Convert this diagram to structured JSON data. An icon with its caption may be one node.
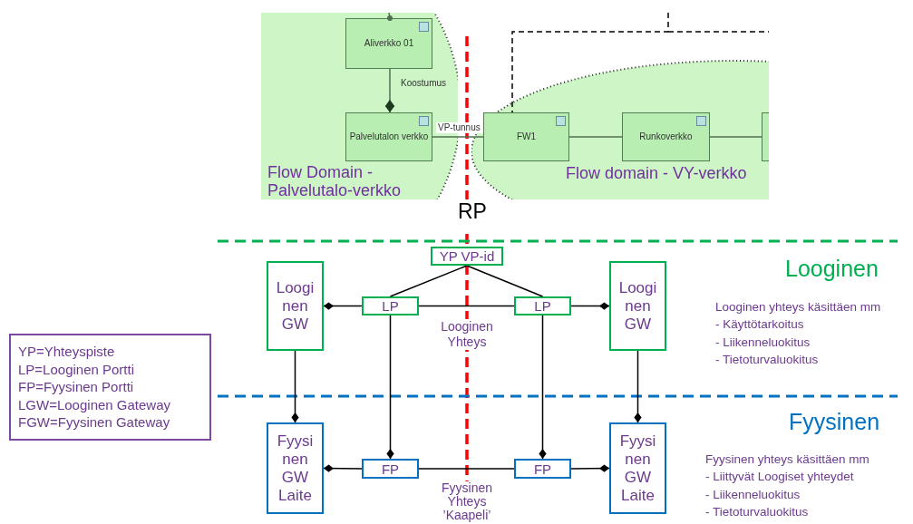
{
  "diagram": {
    "nodes": [
      {
        "text": [
          "Flow Domain - Palvelutalo-verkko"
        ]
      },
      {
        "text": [
          "Aliverkko 01"
        ],
        "in": 0
      },
      {
        "text": [
          "Palvelutalon verkko"
        ],
        "in": 0
      },
      {
        "text": [
          "Flow domain - VY-verkko"
        ]
      },
      {
        "text": [
          "FW1"
        ],
        "in": 3
      },
      {
        "text": [
          "Runkoverkko"
        ],
        "in": 3
      },
      {
        "text": [],
        "shape": "box",
        "in": 3
      },
      {
        "text": [
          "YP VP-id"
        ]
      },
      {
        "text": [
          "Loogi nen GW"
        ]
      },
      {
        "text": [
          "LP"
        ]
      },
      {
        "text": [
          "LP"
        ]
      },
      {
        "text": [
          "Loogi nen GW"
        ]
      },
      {
        "text": [
          "Fyysi nen GW Laite"
        ]
      },
      {
        "text": [
          "FP"
        ]
      },
      {
        "text": [
          "FP"
        ]
      },
      {
        "text": [
          "Fyysi nen GW Laite"
        ]
      },
      {
        "text": [
          "YP=Yhteyspiste",
          "LP=Looginen Portti",
          "FP=Fyysinen Portti",
          "LGW=Looginen Gateway",
          "FGW=Fyysinen Gateway"
        ]
      }
    ],
    "edges": [
      {
        "from": null,
        "to": 1,
        "arrow": "other",
        "color": "#4f6f4f"
      },
      {
        "from": 1,
        "to": 2,
        "label": "Koostumus",
        "arrow": "other",
        "color": "#4f6f4f"
      },
      {
        "from": 2,
        "to": 4,
        "label": "VP-tunnus",
        "arrow": "none",
        "color": "#4f6f4f"
      },
      {
        "from": 4,
        "to": 5,
        "arrow": "none",
        "color": "#4f6f4f"
      },
      {
        "from": 5,
        "to": 6,
        "arrow": "none",
        "color": "#4f6f4f"
      },
      {
        "from": null,
        "to": 4,
        "arrow": "none",
        "style": "dashed"
      },
      {
        "from": 7,
        "to": 9,
        "arrow": "none"
      },
      {
        "from": 7,
        "to": 10,
        "arrow": "none"
      },
      {
        "from": 9,
        "to": 8,
        "arrow": "other"
      },
      {
        "from": 10,
        "to": 11,
        "arrow": "other"
      },
      {
        "from": 9,
        "to": 10,
        "label": "Looginen Yhteys",
        "arrow": "none"
      },
      {
        "from": 8,
        "to": 12,
        "arrow": "other"
      },
      {
        "from": 9,
        "to": 13,
        "arrow": "other"
      },
      {
        "from": 10,
        "to": 14,
        "arrow": "other"
      },
      {
        "from": 11,
        "to": 15,
        "arrow": "other"
      },
      {
        "from": 13,
        "to": 12,
        "arrow": "other"
      },
      {
        "from": 14,
        "to": 15,
        "arrow": "other"
      },
      {
        "from": 13,
        "to": 14,
        "label": "Fyysinen Yhteys ’Kaapeli’",
        "arrow": "none"
      }
    ],
    "labels": [
      "RP",
      "Looginen",
      "Looginen yhteys käsittäen mm",
      "- Käyttötarkoitus",
      "- Liikenneluokitus",
      "- Tietoturvaluokitus",
      "Fyysinen",
      "Fyysinen yhteys käsittäen mm",
      "- Liittyvät Loogiset yhteydet",
      "- Liikenneluokitus",
      "- Tietoturvaluokitus"
    ]
  }
}
